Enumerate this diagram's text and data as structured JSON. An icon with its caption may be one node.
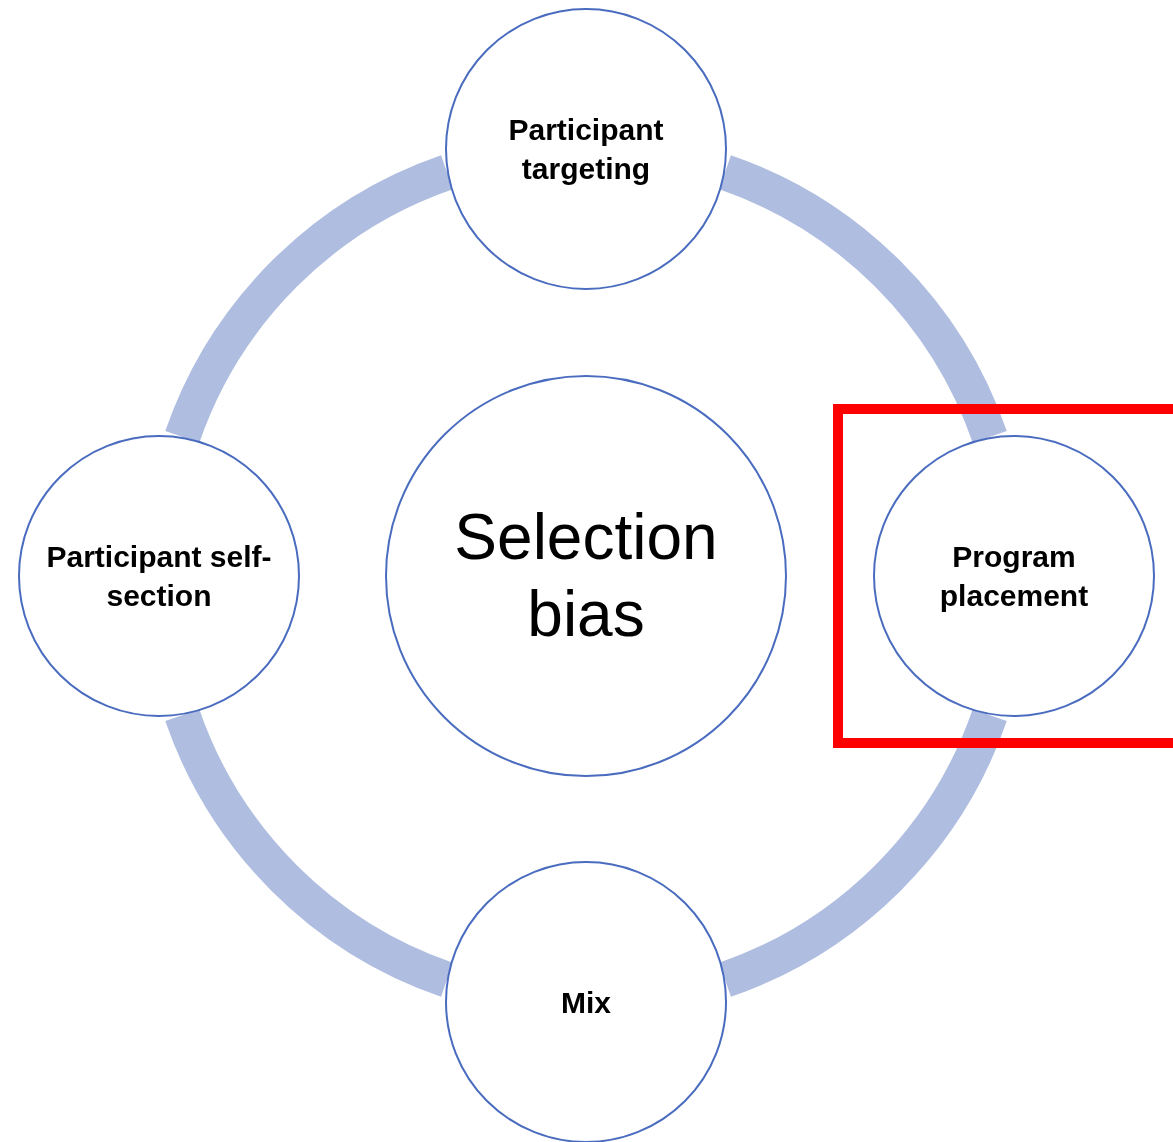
{
  "diagram": {
    "nodes": [
      {
        "text": [
          "Participant targeting"
        ]
      },
      {
        "text": [
          "Participant self-section"
        ]
      },
      {
        "text": [
          "Selection bias"
        ]
      },
      {
        "text": [],
        "shape": "box"
      },
      {
        "text": [
          "Program placement"
        ],
        "in": 3
      },
      {
        "text": [
          "Mix"
        ]
      }
    ],
    "edges": [
      {
        "from": 0,
        "to": 4,
        "arrow": "none"
      },
      {
        "from": 4,
        "to": 5,
        "arrow": "none"
      },
      {
        "from": 5,
        "to": 1,
        "arrow": "none"
      },
      {
        "from": 1,
        "to": 0,
        "arrow": "none"
      }
    ]
  }
}
